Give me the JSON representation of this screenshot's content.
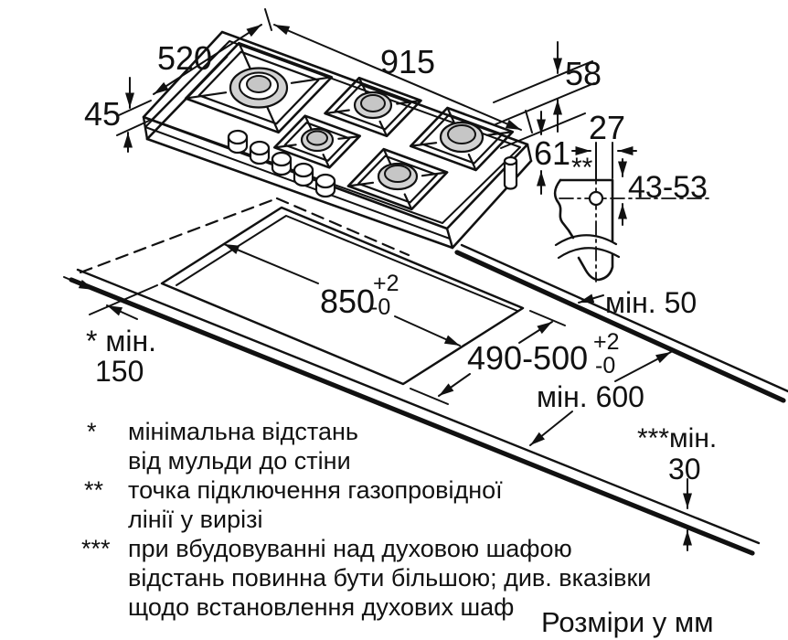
{
  "dims": {
    "depth": "520",
    "width": "915",
    "height_above": "45",
    "height_below": "58",
    "height_total": "61",
    "gas_offset_x": "27",
    "gas_marker": "**",
    "gas_offset_y": "43-53",
    "cutout_width": {
      "value": "850",
      "tol_plus": "+2",
      "tol_minus": "-0"
    },
    "cutout_depth": {
      "value": "490-500",
      "tol_plus": "+2",
      "tol_minus": "-0"
    },
    "min_right": "мін. 50",
    "min_left_star": "* мін.",
    "min_left_value": "150",
    "min_front": "мін. 600",
    "min_oven_star": "***мін.",
    "min_oven_value": "30"
  },
  "footnotes": [
    {
      "marker": "*",
      "lines": [
        "мінімальна відстань",
        "від мульди до стіни"
      ]
    },
    {
      "marker": "**",
      "lines": [
        "точка підключення газопровідної",
        "лінії у вирізі"
      ]
    },
    {
      "marker": "***",
      "lines": [
        "при вбудовуванні над духовою шафою",
        "відстань повинна бути більшою; див. вказівки",
        "щодо встановлення духових шаф"
      ]
    }
  ],
  "units_note": "Розміри у мм",
  "colors": {
    "line": "#111111",
    "burner_fill": "#d2d2d2",
    "cap_fill": "#c6c6c6"
  }
}
